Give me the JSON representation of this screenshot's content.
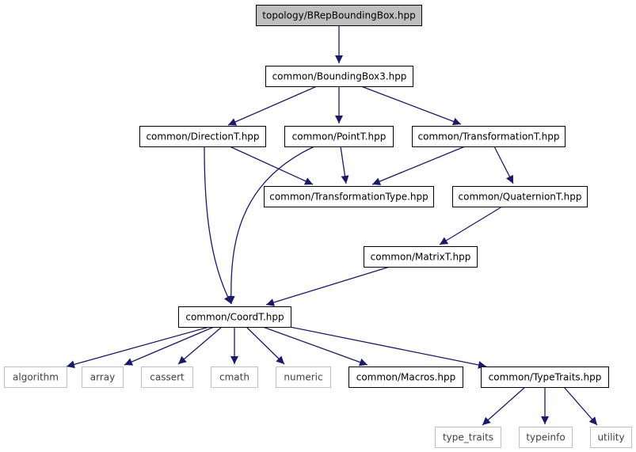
{
  "colors": {
    "edge": "#191970",
    "node_border": "#000000",
    "node_fill": "#ffffff",
    "root_fill": "#bfbfbf",
    "external_border": "#bfbfbf",
    "external_text": "#404040",
    "text": "#000000"
  },
  "nodes": [
    {
      "id": "brep",
      "label": "topology/BRepBoundingBox.hpp",
      "kind": "root"
    },
    {
      "id": "bbox3",
      "label": "common/BoundingBox3.hpp",
      "kind": "internal"
    },
    {
      "id": "direction",
      "label": "common/DirectionT.hpp",
      "kind": "internal"
    },
    {
      "id": "point",
      "label": "common/PointT.hpp",
      "kind": "internal"
    },
    {
      "id": "transformation",
      "label": "common/TransformationT.hpp",
      "kind": "internal"
    },
    {
      "id": "transtype",
      "label": "common/TransformationType.hpp",
      "kind": "internal"
    },
    {
      "id": "quaternion",
      "label": "common/QuaternionT.hpp",
      "kind": "internal"
    },
    {
      "id": "matrix",
      "label": "common/MatrixT.hpp",
      "kind": "internal"
    },
    {
      "id": "coord",
      "label": "common/CoordT.hpp",
      "kind": "internal"
    },
    {
      "id": "algorithm",
      "label": "algorithm",
      "kind": "external"
    },
    {
      "id": "array",
      "label": "array",
      "kind": "external"
    },
    {
      "id": "cassert",
      "label": "cassert",
      "kind": "external"
    },
    {
      "id": "cmath",
      "label": "cmath",
      "kind": "external"
    },
    {
      "id": "numeric",
      "label": "numeric",
      "kind": "external"
    },
    {
      "id": "macros",
      "label": "common/Macros.hpp",
      "kind": "internal"
    },
    {
      "id": "typetraits",
      "label": "common/TypeTraits.hpp",
      "kind": "internal"
    },
    {
      "id": "type_traits",
      "label": "type_traits",
      "kind": "external"
    },
    {
      "id": "typeinfo",
      "label": "typeinfo",
      "kind": "external"
    },
    {
      "id": "utility",
      "label": "utility",
      "kind": "external"
    }
  ],
  "edges": [
    {
      "from": "brep",
      "to": "bbox3"
    },
    {
      "from": "bbox3",
      "to": "direction"
    },
    {
      "from": "bbox3",
      "to": "point"
    },
    {
      "from": "bbox3",
      "to": "transformation"
    },
    {
      "from": "direction",
      "to": "transtype"
    },
    {
      "from": "direction",
      "to": "coord"
    },
    {
      "from": "point",
      "to": "transtype"
    },
    {
      "from": "point",
      "to": "coord"
    },
    {
      "from": "transformation",
      "to": "transtype"
    },
    {
      "from": "transformation",
      "to": "quaternion"
    },
    {
      "from": "quaternion",
      "to": "matrix"
    },
    {
      "from": "matrix",
      "to": "coord"
    },
    {
      "from": "coord",
      "to": "algorithm"
    },
    {
      "from": "coord",
      "to": "array"
    },
    {
      "from": "coord",
      "to": "cassert"
    },
    {
      "from": "coord",
      "to": "cmath"
    },
    {
      "from": "coord",
      "to": "numeric"
    },
    {
      "from": "coord",
      "to": "macros"
    },
    {
      "from": "coord",
      "to": "typetraits"
    },
    {
      "from": "typetraits",
      "to": "type_traits"
    },
    {
      "from": "typetraits",
      "to": "typeinfo"
    },
    {
      "from": "typetraits",
      "to": "utility"
    }
  ]
}
